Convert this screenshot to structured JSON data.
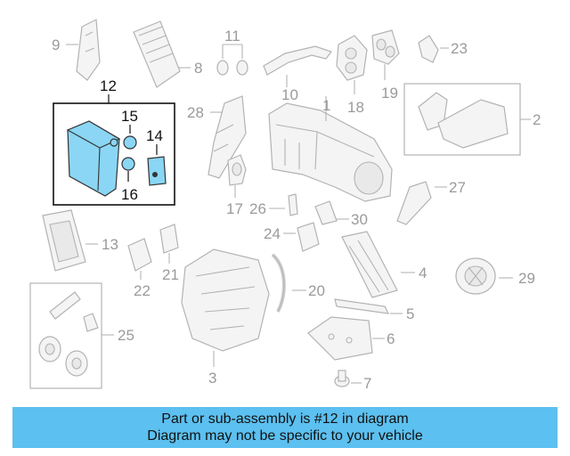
{
  "banner": {
    "line1": "Part or sub-assembly is #12 in diagram",
    "line2": "Diagram may not be specific to your vehicle"
  },
  "callouts": {
    "n1": "1",
    "n2": "2",
    "n3": "3",
    "n4": "4",
    "n5": "5",
    "n6": "6",
    "n7": "7",
    "n8": "8",
    "n9": "9",
    "n10": "10",
    "n11": "11",
    "n12": "12",
    "n13": "13",
    "n14": "14",
    "n15": "15",
    "n16": "16",
    "n17": "17",
    "n18": "18",
    "n19": "19",
    "n20": "20",
    "n21": "21",
    "n22": "22",
    "n23": "23",
    "n24": "24",
    "n25": "25",
    "n26": "26",
    "n27": "27",
    "n28": "28",
    "n29": "29",
    "n30": "30"
  },
  "highlight": {
    "part": "12",
    "color": "#8ad6f4"
  },
  "colors": {
    "banner": "#5cc0f0",
    "line": "#b3b3b3",
    "label": "#9a9a9a"
  }
}
